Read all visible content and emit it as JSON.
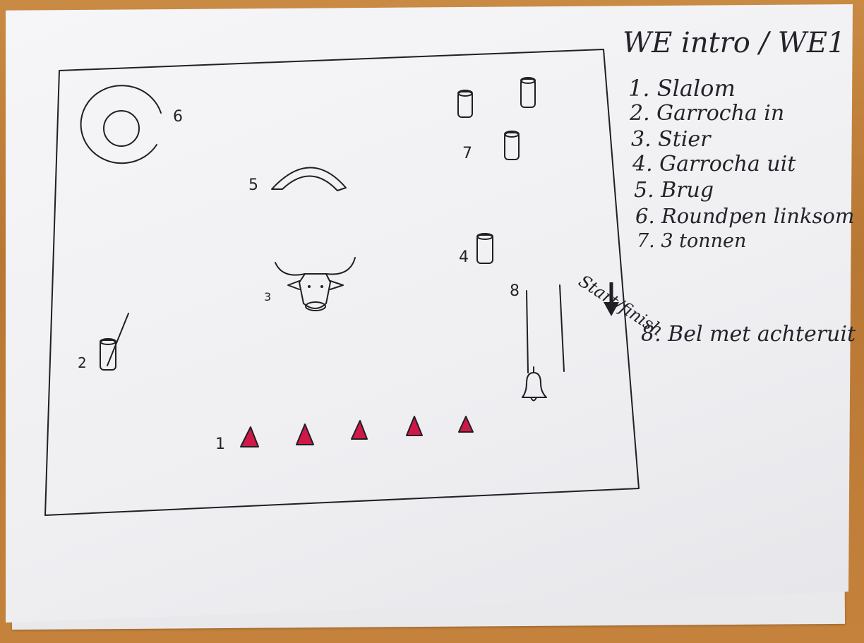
{
  "title": "WE intro / WE1",
  "legend": [
    {
      "n": "1.",
      "label": "Slalom"
    },
    {
      "n": "2.",
      "label": "Garrocha in"
    },
    {
      "n": "3.",
      "label": "Stier"
    },
    {
      "n": "4.",
      "label": "Garrocha uit"
    },
    {
      "n": "5.",
      "label": "Brug"
    },
    {
      "n": "6.",
      "label": "Roundpen linksom"
    },
    {
      "n": "7.",
      "label": "3 tonnen"
    },
    {
      "n": "8.",
      "label": "Bel met achteruit"
    }
  ],
  "start_finish": "Start/finish",
  "field_labels": {
    "n1": "1",
    "n2": "2",
    "n3": "3",
    "n4": "4",
    "n5": "5",
    "n6": "6",
    "n7": "7",
    "n8": "8"
  },
  "colors": {
    "ink": "#1f1f24",
    "cone": "#d01848",
    "paper": "#f3f3f6",
    "table": "#c4823c"
  }
}
